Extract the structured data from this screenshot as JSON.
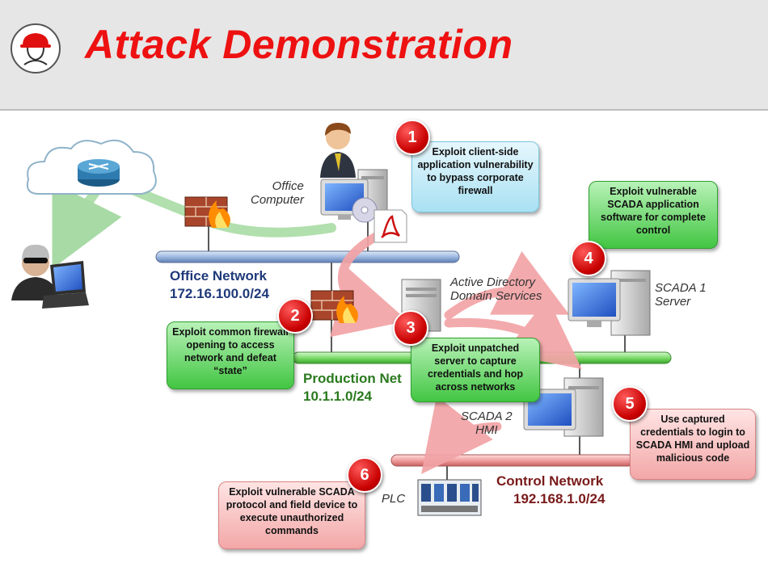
{
  "slide": {
    "title": "Attack Demonstration",
    "logo_icon": "hardhat-worker-icon"
  },
  "networks": {
    "office": {
      "name": "Office Network",
      "subnet": "172.16.100.0/24",
      "color": "#1f3a7a"
    },
    "production": {
      "name": "Production Net",
      "subnet": "10.1.1.0/24",
      "color": "#2a7a1e"
    },
    "control": {
      "name": "Control Network",
      "subnet": "192.168.1.0/24",
      "color": "#7a1a1a"
    }
  },
  "devices": {
    "office_computer": "Office\nComputer",
    "active_directory": "Active Directory\nDomain Services",
    "scada1": "SCADA 1\nServer",
    "scada2": "SCADA 2\nHMI",
    "plc": "PLC"
  },
  "steps": [
    {
      "number": "1",
      "text": "Exploit client-side application vulnerability to bypass corporate firewall",
      "style": "blue"
    },
    {
      "number": "2",
      "text": "Exploit common firewall opening to access network and defeat “state”",
      "style": "green"
    },
    {
      "number": "3",
      "text": "Exploit unpatched server to capture credentials and hop across networks",
      "style": "green"
    },
    {
      "number": "4",
      "text": "Exploit vulnerable SCADA application software for complete control",
      "style": "green"
    },
    {
      "number": "5",
      "text": "Use captured credentials to login to SCADA HMI and upload malicious code",
      "style": "red"
    },
    {
      "number": "6",
      "text": "Exploit vulnerable SCADA protocol and field device to execute unauthorized commands",
      "style": "red"
    }
  ],
  "icons": {
    "internet": "cloud-router-icon",
    "attacker": "hacker-laptop-icon",
    "firewalls": "firewall-icon",
    "pdf": "pdf-document-icon",
    "cd": "cd-disc-icon",
    "arrows": "attack-path-arrow-icon"
  }
}
